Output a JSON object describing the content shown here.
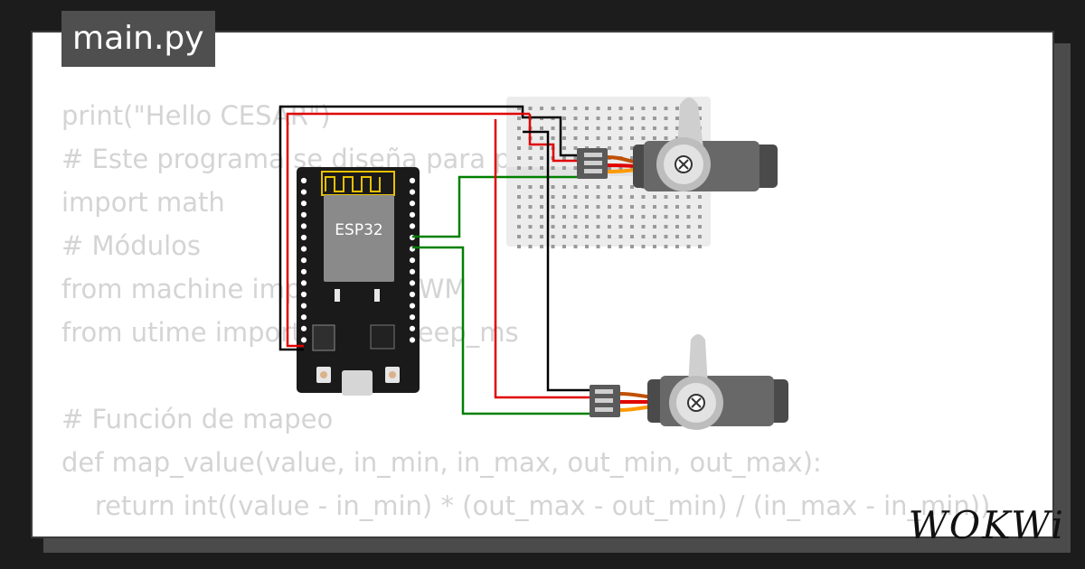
{
  "file_tab": "main.py",
  "code_lines": [
    "print(\"Hello CESAR\")",
    "# Este programa se diseña para pilotar motores",
    "import math",
    "# Módulos",
    "from machine import Pin, PWM",
    "from utime import sleep, sleep_ms",
    "",
    "# Función de mapeo",
    "def map_value(value, in_min, in_max, out_min, out_max):",
    "    return int((value - in_min) * (out_max - out_min) / (in_max - in_min))"
  ],
  "board": {
    "chip_label": "ESP32"
  },
  "components": [
    "esp32-devkit",
    "breadboard-mini",
    "servo",
    "servo"
  ],
  "brand": "WOKWi",
  "colors": {
    "wire_power": "#e00000",
    "wire_ground": "#000000",
    "wire_signal": "#008000",
    "servo_body": "#666666"
  }
}
